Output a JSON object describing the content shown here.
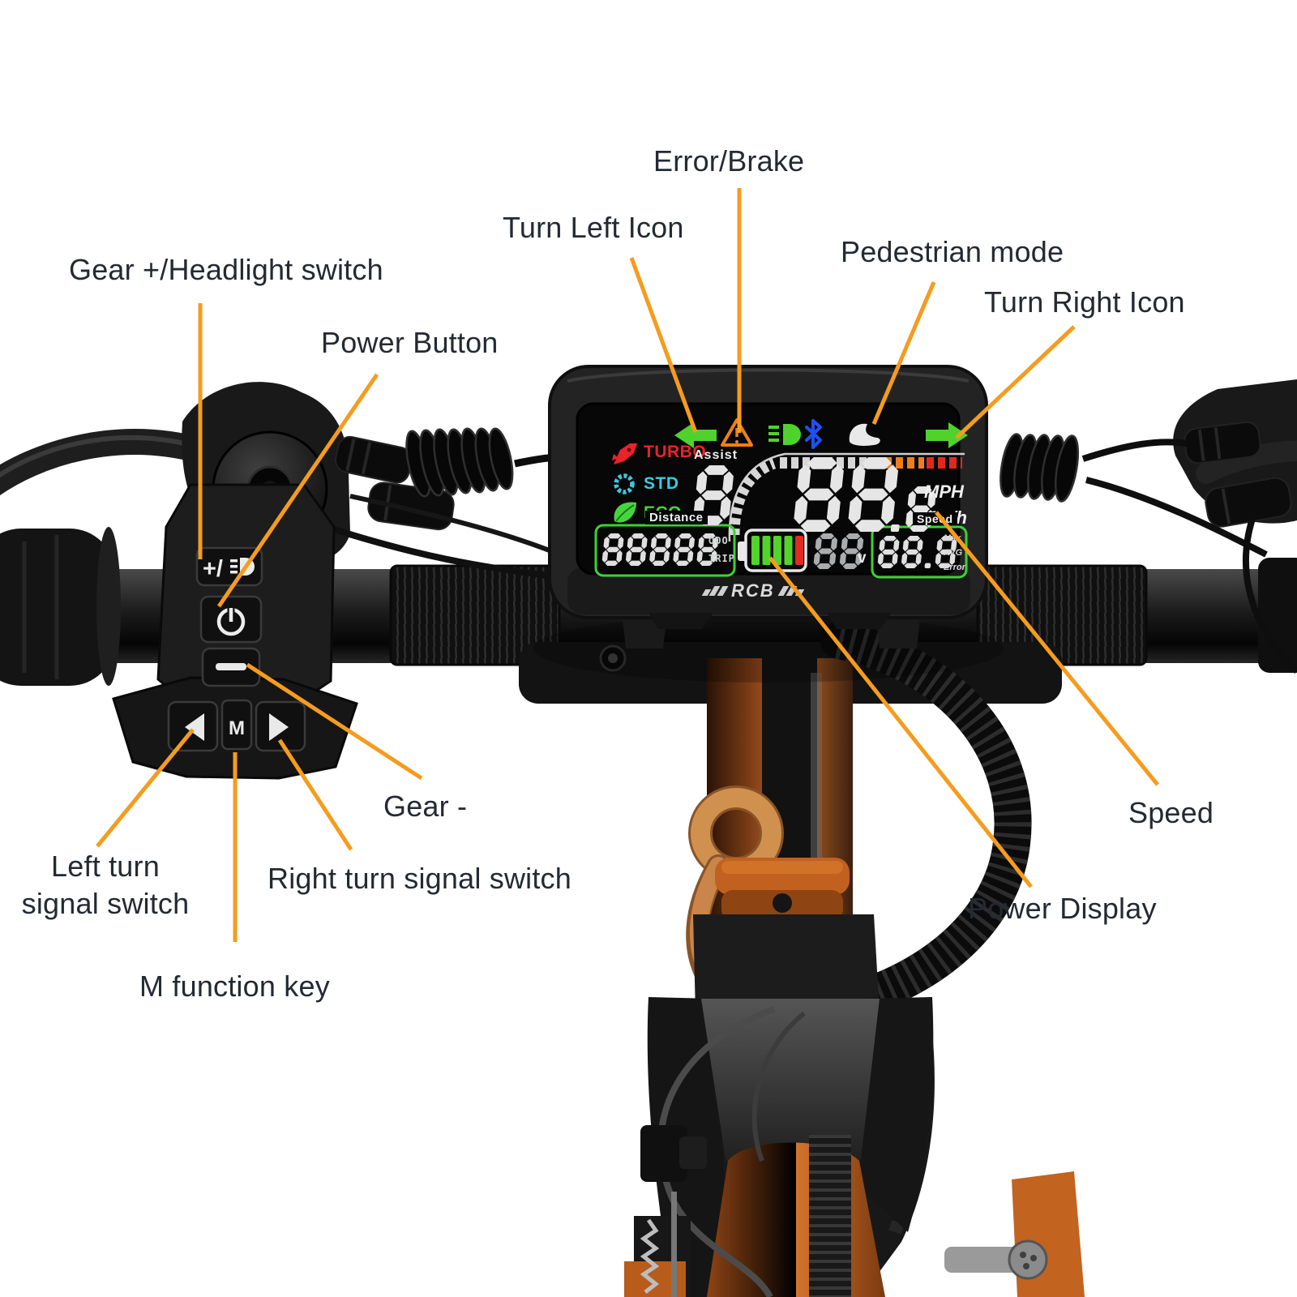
{
  "figure": {
    "background": "#ffffff",
    "callout_line_color": "#f59c1e",
    "label_color": "#232a33"
  },
  "callouts": {
    "gear_plus": {
      "label": "Gear +/Headlight switch"
    },
    "power": {
      "label": "Power Button"
    },
    "turn_left": {
      "label": "Turn Left Icon"
    },
    "error_brake": {
      "label": "Error/Brake"
    },
    "pedestrian": {
      "label": "Pedestrian mode"
    },
    "turn_right": {
      "label": "Turn Right Icon"
    },
    "gear_minus": {
      "label": "Gear -"
    },
    "left_turn": {
      "label": "Left turn\nsignal switch"
    },
    "right_turn": {
      "label": "Right turn signal switch"
    },
    "m_key": {
      "label": "M function key"
    },
    "power_display": {
      "label": "Power Display"
    },
    "speed": {
      "label": "Speed"
    }
  },
  "pod": {
    "plus_button_label": "+/",
    "m_button_label": "M"
  },
  "display": {
    "brand": "RCB",
    "status_icons": [
      "turn-left",
      "warning",
      "headlight",
      "bluetooth",
      "pedestrian",
      "turn-right"
    ],
    "modes": [
      {
        "label": "TURBO",
        "color": "#e8232a"
      },
      {
        "label": "STD",
        "color": "#3cc9e0"
      },
      {
        "label": "ECO",
        "color": "#45d440"
      }
    ],
    "assist": {
      "label": "Assist",
      "value": "8"
    },
    "speed_main": {
      "value": "88",
      "decimal": ".8",
      "unit_top": "MPH",
      "unit_bottom": "Km/h"
    },
    "odometer": {
      "label": "Distance",
      "value": "88888",
      "row_top": "ODO",
      "row_bottom": "TRIP"
    },
    "battery": {
      "bars_green": 4,
      "bars_red": 1,
      "green": "#53d32b",
      "red": "#e32a20"
    },
    "voltage": {
      "value": "88",
      "unit": "v"
    },
    "trip_speed": {
      "label": "Speed",
      "value": "88.8",
      "stat_top": "Max",
      "stat_mid": "AVG",
      "stat_bottom": "Error"
    },
    "gauge_colors": {
      "low": "#d7d7d7",
      "mid": "#ee7f1b",
      "high": "#e2281e"
    }
  }
}
